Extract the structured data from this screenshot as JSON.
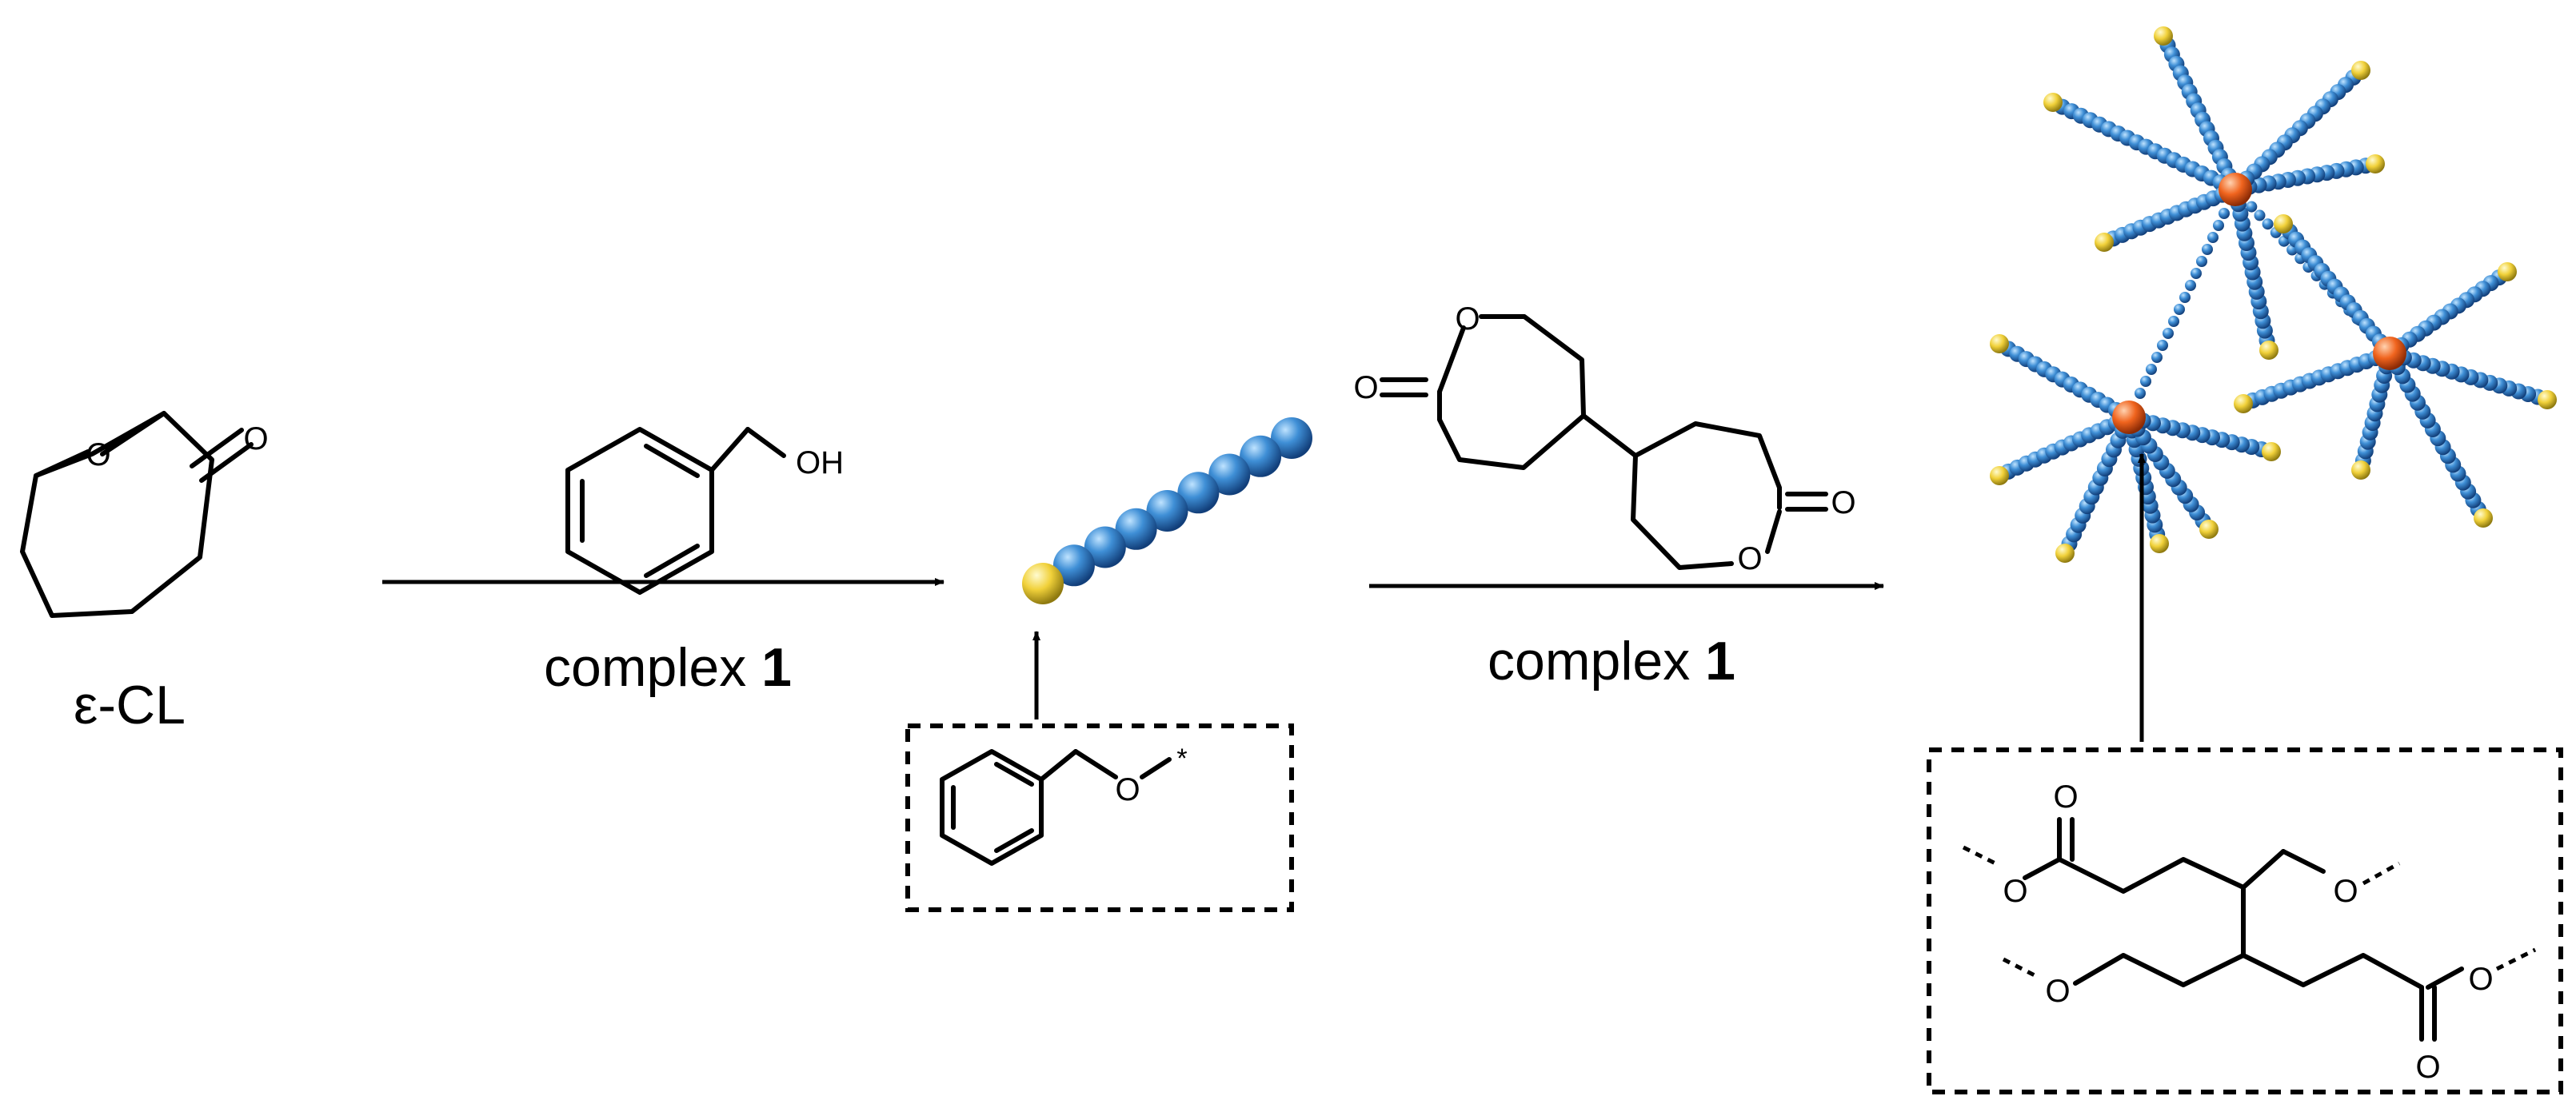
{
  "labels": {
    "monomer": "ε-CL",
    "step1_reagent": "OH",
    "step1_condition_text": "complex ",
    "step1_condition_number": "1",
    "step2_condition_text": "complex ",
    "step2_condition_number": "1",
    "atom_O": "O",
    "end_group_star": "*"
  },
  "colors": {
    "polymer_bead": "#3f8fd6",
    "end_group_bead": "#f1d13a",
    "core_bead": "#f0641e"
  }
}
